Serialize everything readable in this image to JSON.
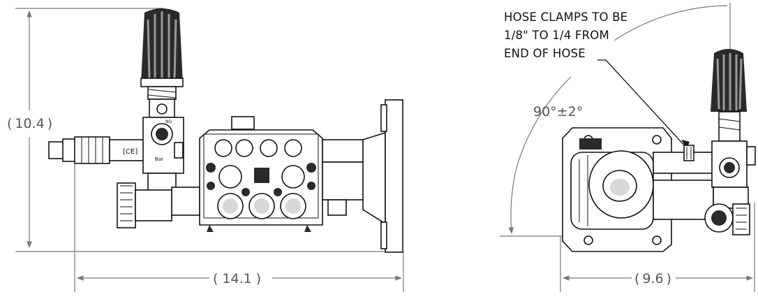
{
  "dimensions": {
    "height_front": "10.4",
    "width_front": "14.1",
    "width_side": "9.6",
    "angle": "90°±2°"
  },
  "note": {
    "line1": "HOSE CLAMPS TO BE",
    "line2": "1/8\" TO 1/4 FROM",
    "line3": "END OF HOSE"
  },
  "colors": {
    "outline": "#111111",
    "dimension": "#777777",
    "knob": "#2a2a2a"
  }
}
